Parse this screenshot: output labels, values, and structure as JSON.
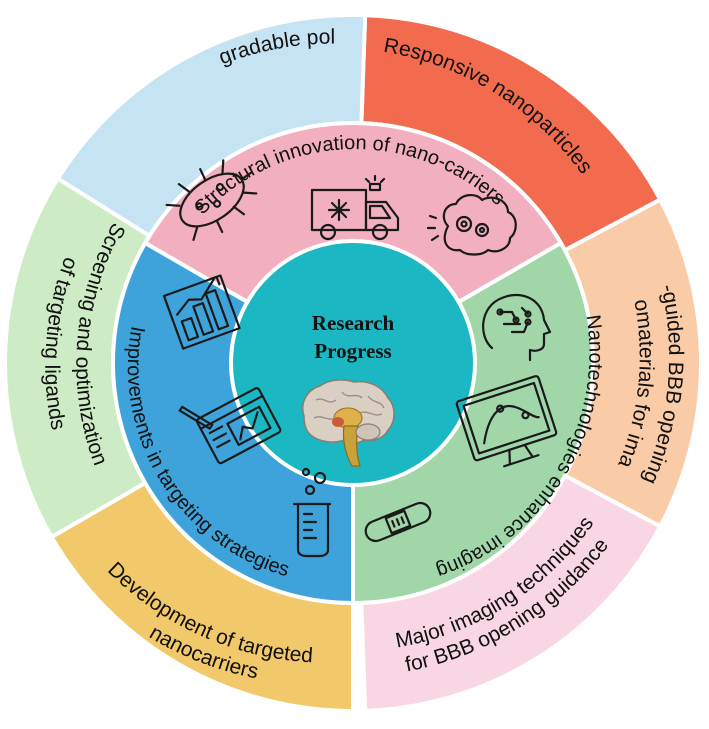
{
  "center": {
    "line1": "Research",
    "line2": "Progress",
    "color": "#1BB8C4",
    "icon": "brain-icon"
  },
  "inner_ring": [
    {
      "label": "Structural innovation of nano-carriers",
      "color": "#F2AFC0",
      "icons": [
        "bacteria-icon",
        "ambulance-icon",
        "brain-gears-icon"
      ]
    },
    {
      "label": "Nanotechnologies enhance imaging",
      "color": "#A0D6A8",
      "icons": [
        "head-circuit-icon",
        "monitor-graph-icon",
        "bandage-icon"
      ]
    },
    {
      "label": "Improvements in targeting strategies",
      "color": "#3EA3DA",
      "icons": [
        "bar-chart-icon",
        "tablet-chart-icon",
        "beaker-icon"
      ]
    }
  ],
  "outer_ring": [
    {
      "label": "Responsive nanoparticles",
      "color": "#F26B4E"
    },
    {
      "label1": "Nanomaterials for imaging",
      "label2": "-guided BBB opening",
      "color": "#F9CBA7"
    },
    {
      "label1": "Major imaging techniques",
      "label2": "for BBB opening guidance",
      "color": "#F9D6E3"
    },
    {
      "label1": "Development of targeted",
      "label2": "nanocarriers",
      "color": "#F2C96A"
    },
    {
      "label1": "Screening and optimization",
      "label2": "of targeting ligands",
      "color": "#CDEBC4"
    },
    {
      "label": "Biodegradable polymers",
      "color": "#C5E3F3"
    }
  ]
}
